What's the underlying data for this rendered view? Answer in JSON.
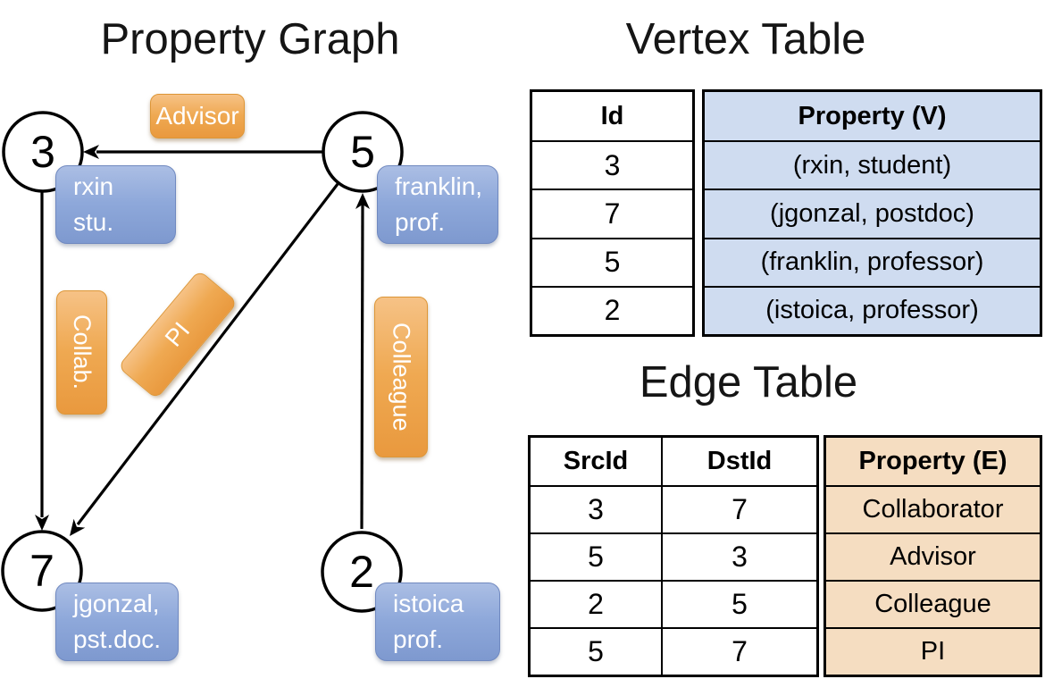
{
  "titles": {
    "graph": "Property Graph",
    "vertex": "Vertex Table",
    "edge": "Edge Table"
  },
  "colors": {
    "edge_label_orange": "#EFA952",
    "vertex_label_blue": "#8EA8DA",
    "vertex_property_bg": "#CFDCF0",
    "edge_property_bg": "#F5DDC1",
    "line_black": "#000000"
  },
  "graph": {
    "vertices": [
      {
        "id": "3",
        "prop_line1": "rxin",
        "prop_line2": "stu."
      },
      {
        "id": "5",
        "prop_line1": "franklin,",
        "prop_line2": "prof."
      },
      {
        "id": "7",
        "prop_line1": "jgonzal,",
        "prop_line2": "pst.doc."
      },
      {
        "id": "2",
        "prop_line1": "istoica",
        "prop_line2": "prof."
      }
    ],
    "edge_labels": {
      "advisor": "Advisor",
      "collab": "Collab.",
      "pi": "PI",
      "colleague": "Colleague"
    }
  },
  "vertex_table": {
    "headers": [
      "Id",
      "Property (V)"
    ],
    "rows": [
      [
        "3",
        "(rxin, student)"
      ],
      [
        "7",
        "(jgonzal, postdoc)"
      ],
      [
        "5",
        "(franklin, professor)"
      ],
      [
        "2",
        "(istoica, professor)"
      ]
    ]
  },
  "edge_table": {
    "headers": [
      "SrcId",
      "DstId",
      "Property (E)"
    ],
    "rows": [
      [
        "3",
        "7",
        "Collaborator"
      ],
      [
        "5",
        "3",
        "Advisor"
      ],
      [
        "2",
        "5",
        "Colleague"
      ],
      [
        "5",
        "7",
        "PI"
      ]
    ]
  }
}
